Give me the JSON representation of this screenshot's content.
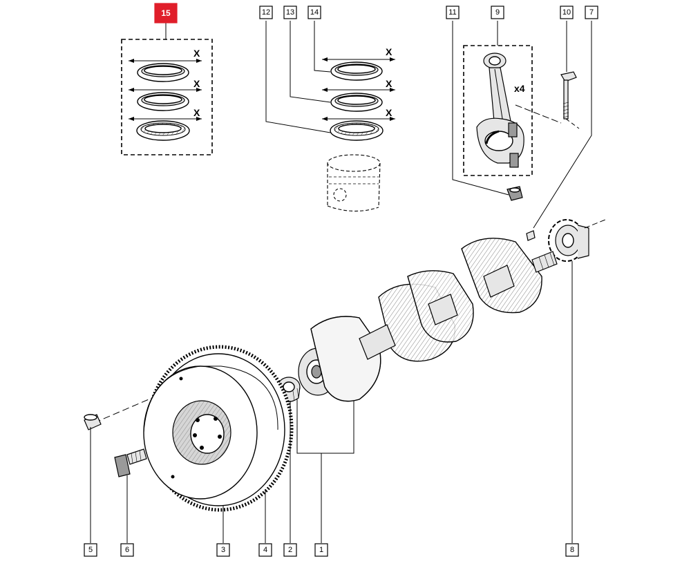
{
  "diagram": {
    "highlight_color": "#e01e2a",
    "callouts": [
      {
        "id": "15",
        "label": "15",
        "highlighted": true
      },
      {
        "id": "12",
        "label": "12",
        "highlighted": false
      },
      {
        "id": "13",
        "label": "13",
        "highlighted": false
      },
      {
        "id": "14",
        "label": "14",
        "highlighted": false
      },
      {
        "id": "11",
        "label": "11",
        "highlighted": false
      },
      {
        "id": "9",
        "label": "9",
        "highlighted": false
      },
      {
        "id": "10",
        "label": "10",
        "highlighted": false
      },
      {
        "id": "7",
        "label": "7",
        "highlighted": false
      },
      {
        "id": "5",
        "label": "5",
        "highlighted": false
      },
      {
        "id": "6",
        "label": "6",
        "highlighted": false
      },
      {
        "id": "3",
        "label": "3",
        "highlighted": false
      },
      {
        "id": "4",
        "label": "4",
        "highlighted": false
      },
      {
        "id": "2",
        "label": "2",
        "highlighted": false
      },
      {
        "id": "1",
        "label": "1",
        "highlighted": false
      },
      {
        "id": "8",
        "label": "8",
        "highlighted": false
      }
    ],
    "ring_gap_labels": [
      "X",
      "X",
      "X",
      "X",
      "X",
      "X"
    ],
    "conrod_quantity": "x4"
  }
}
